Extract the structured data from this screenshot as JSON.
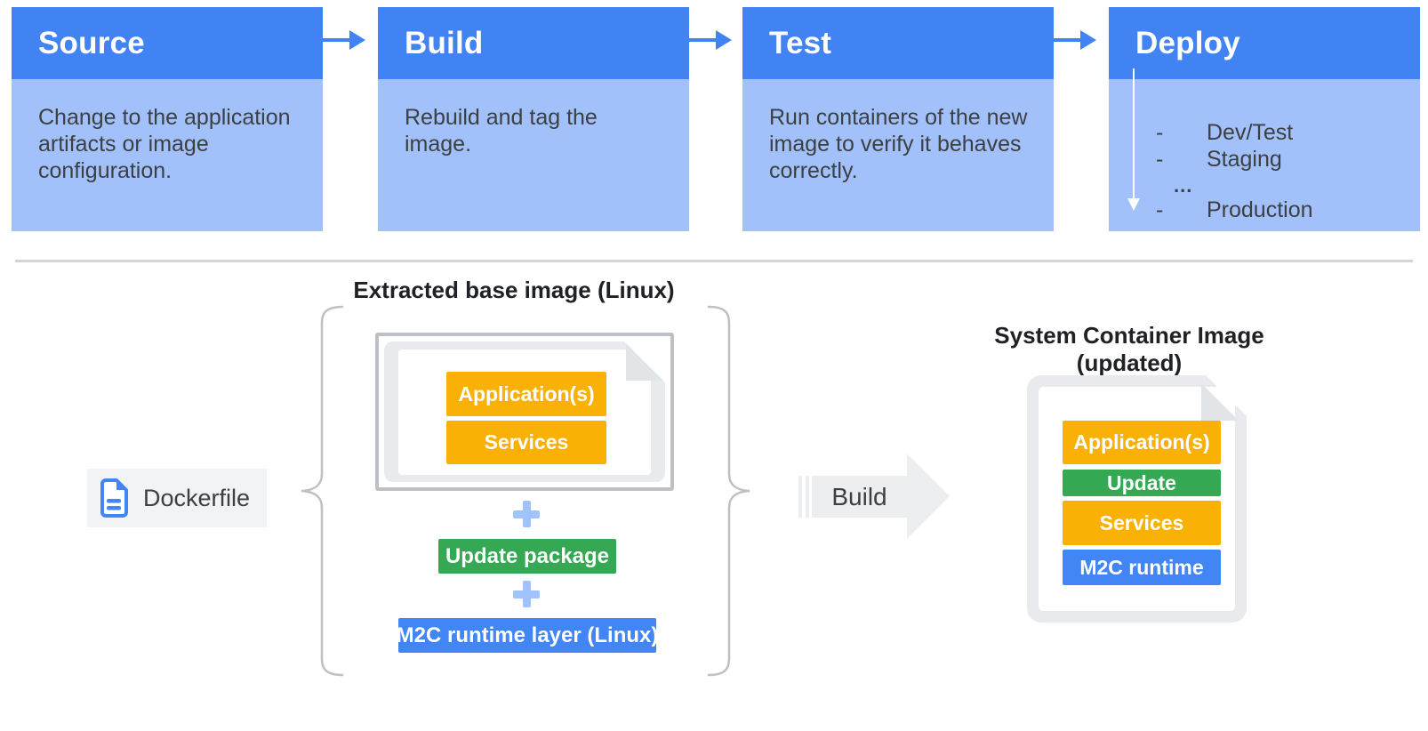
{
  "pipeline": {
    "stages": [
      {
        "title": "Source",
        "description": "Change to the application artifacts or image configuration."
      },
      {
        "title": "Build",
        "description": "Rebuild and tag the image."
      },
      {
        "title": "Test",
        "description": "Run containers of the new image to verify it behaves correctly."
      },
      {
        "title": "Deploy",
        "items": [
          {
            "bullet": "-",
            "label": "Dev/Test"
          },
          {
            "bullet": "-",
            "label": "Staging"
          },
          {
            "bullet": "",
            "label": "..."
          },
          {
            "bullet": "-",
            "label": "Production"
          }
        ]
      }
    ]
  },
  "build_flow": {
    "dockerfile_label": "Dockerfile",
    "extracted_base_image": {
      "title": "Extracted base image (Linux)",
      "layers": [
        "Application(s)",
        "Services"
      ],
      "plus_symbol": "+",
      "update_package_label": "Update package",
      "runtime_layer_label": "M2C runtime layer (Linux)"
    },
    "build_arrow_label": "Build",
    "system_container_image": {
      "title": "System Container Image (updated)",
      "layers": [
        {
          "label": "Application(s)",
          "color": "#FAB105"
        },
        {
          "label": "Update",
          "color": "#34A853"
        },
        {
          "label": "Services",
          "color": "#FAB105"
        },
        {
          "label": "M2C runtime",
          "color": "#4285F4"
        }
      ]
    }
  },
  "colors": {
    "stage_header_blue": "#4283F3",
    "stage_body_light_blue": "#A2C1FB",
    "accent_blue": "#4285F4",
    "yellow": "#FAB105",
    "green": "#34A853",
    "gray_border": "#BDC1C6",
    "gray_fill": "#E8EAED",
    "text_dark": "#3C4043",
    "plus_light_blue": "#A0C3FB",
    "divider_gray": "#D3D5D9",
    "build_arrow_gray": "#EDEEF0"
  }
}
